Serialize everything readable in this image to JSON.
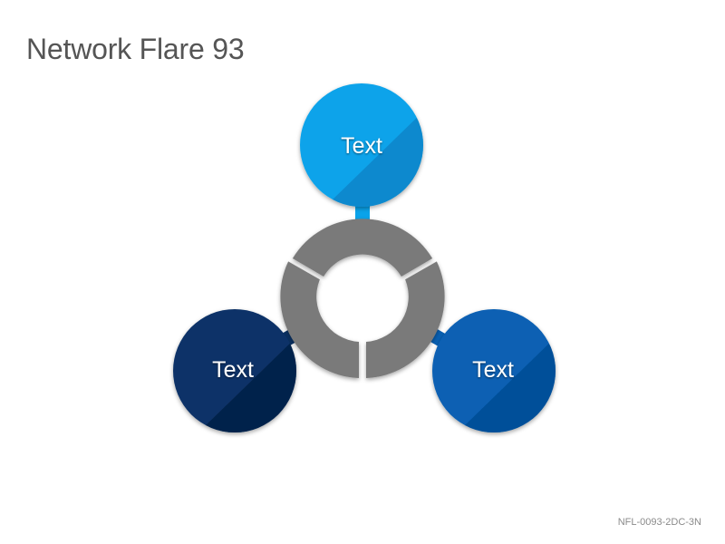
{
  "header": {
    "title": "Network Flare 93"
  },
  "nodes": [
    {
      "id": "top",
      "label": "Text",
      "color": "#0aa3ea",
      "shade": "#0880c4"
    },
    {
      "id": "left",
      "label": "Text",
      "color": "#0b3367",
      "shade": "#061f42"
    },
    {
      "id": "right",
      "label": "Text",
      "color": "#0860b3",
      "shade": "#054b90"
    }
  ],
  "ring": {
    "color": "#7a7a7a"
  },
  "footer": {
    "code": "NFL-0093-2DC-3N"
  }
}
